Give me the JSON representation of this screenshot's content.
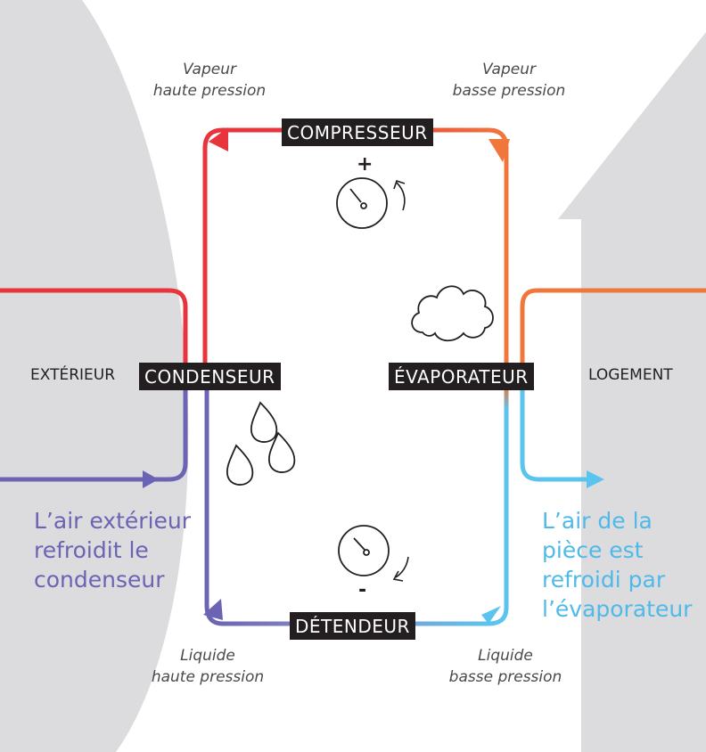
{
  "labels": {
    "vapeur_haute": [
      "Vapeur",
      "haute pression"
    ],
    "vapeur_basse": [
      "Vapeur",
      "basse pression"
    ],
    "liquide_haute": [
      "Liquide",
      "haute pression"
    ],
    "liquide_basse": [
      "Liquide",
      "basse pression"
    ],
    "compresseur": "COMPRESSEUR",
    "condenseur": "CONDENSEUR",
    "evaporateur": "ÉVAPORATEUR",
    "detendeur": "DÉTENDEUR",
    "exterieur": "EXTÉRIEUR",
    "logement": "LOGEMENT",
    "plus": "+",
    "minus": "-"
  },
  "captions": {
    "left": [
      "L’air extérieur",
      "refroidit le",
      "condenseur"
    ],
    "right": [
      "L’air de la",
      "pièce est",
      "refroidi par",
      "l’évaporateur"
    ]
  },
  "colors": {
    "red": "#e8343c",
    "orange": "#f0773c",
    "purple": "#6b63b3",
    "cyan": "#5bc4ee",
    "gray": "#dcdcde",
    "box": "#231f20"
  },
  "icons": [
    "gauge-icon",
    "cloud-icon",
    "droplet-icon",
    "rotation-arrow-icon"
  ]
}
